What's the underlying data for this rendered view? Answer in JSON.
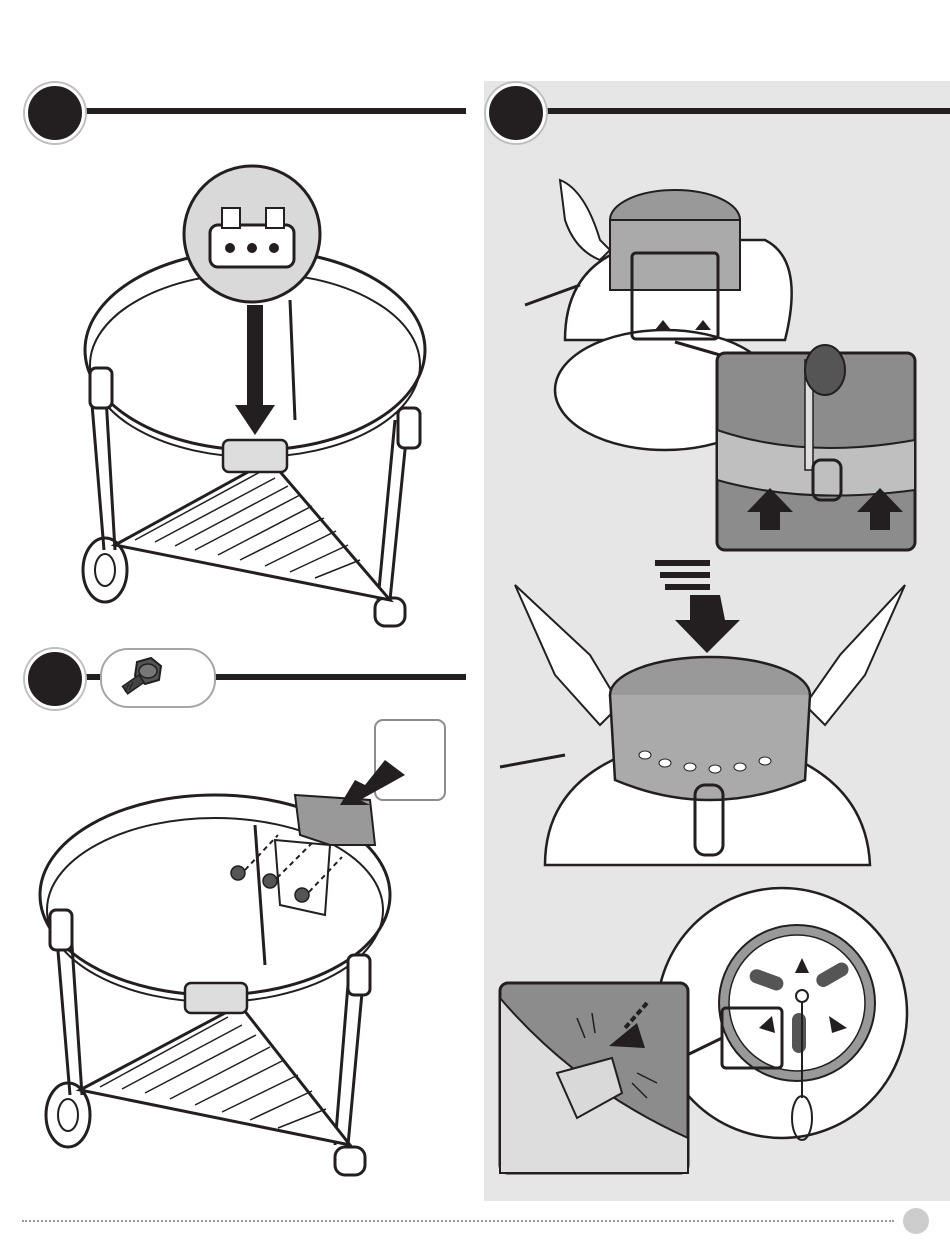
{
  "steps": [
    {
      "number": "",
      "label": "step-1"
    },
    {
      "number": "",
      "label": "step-2"
    },
    {
      "number": "",
      "label": "step-3"
    }
  ],
  "footer": {
    "page_number": ""
  },
  "colors": {
    "ink": "#231f20",
    "panel": "#e6e6e6",
    "detail_fill": "#8c8c8c"
  },
  "icons": [
    "hex-bolt-icon",
    "down-arrow-icon",
    "up-arrow-icon",
    "rotate-arrow-icon"
  ]
}
